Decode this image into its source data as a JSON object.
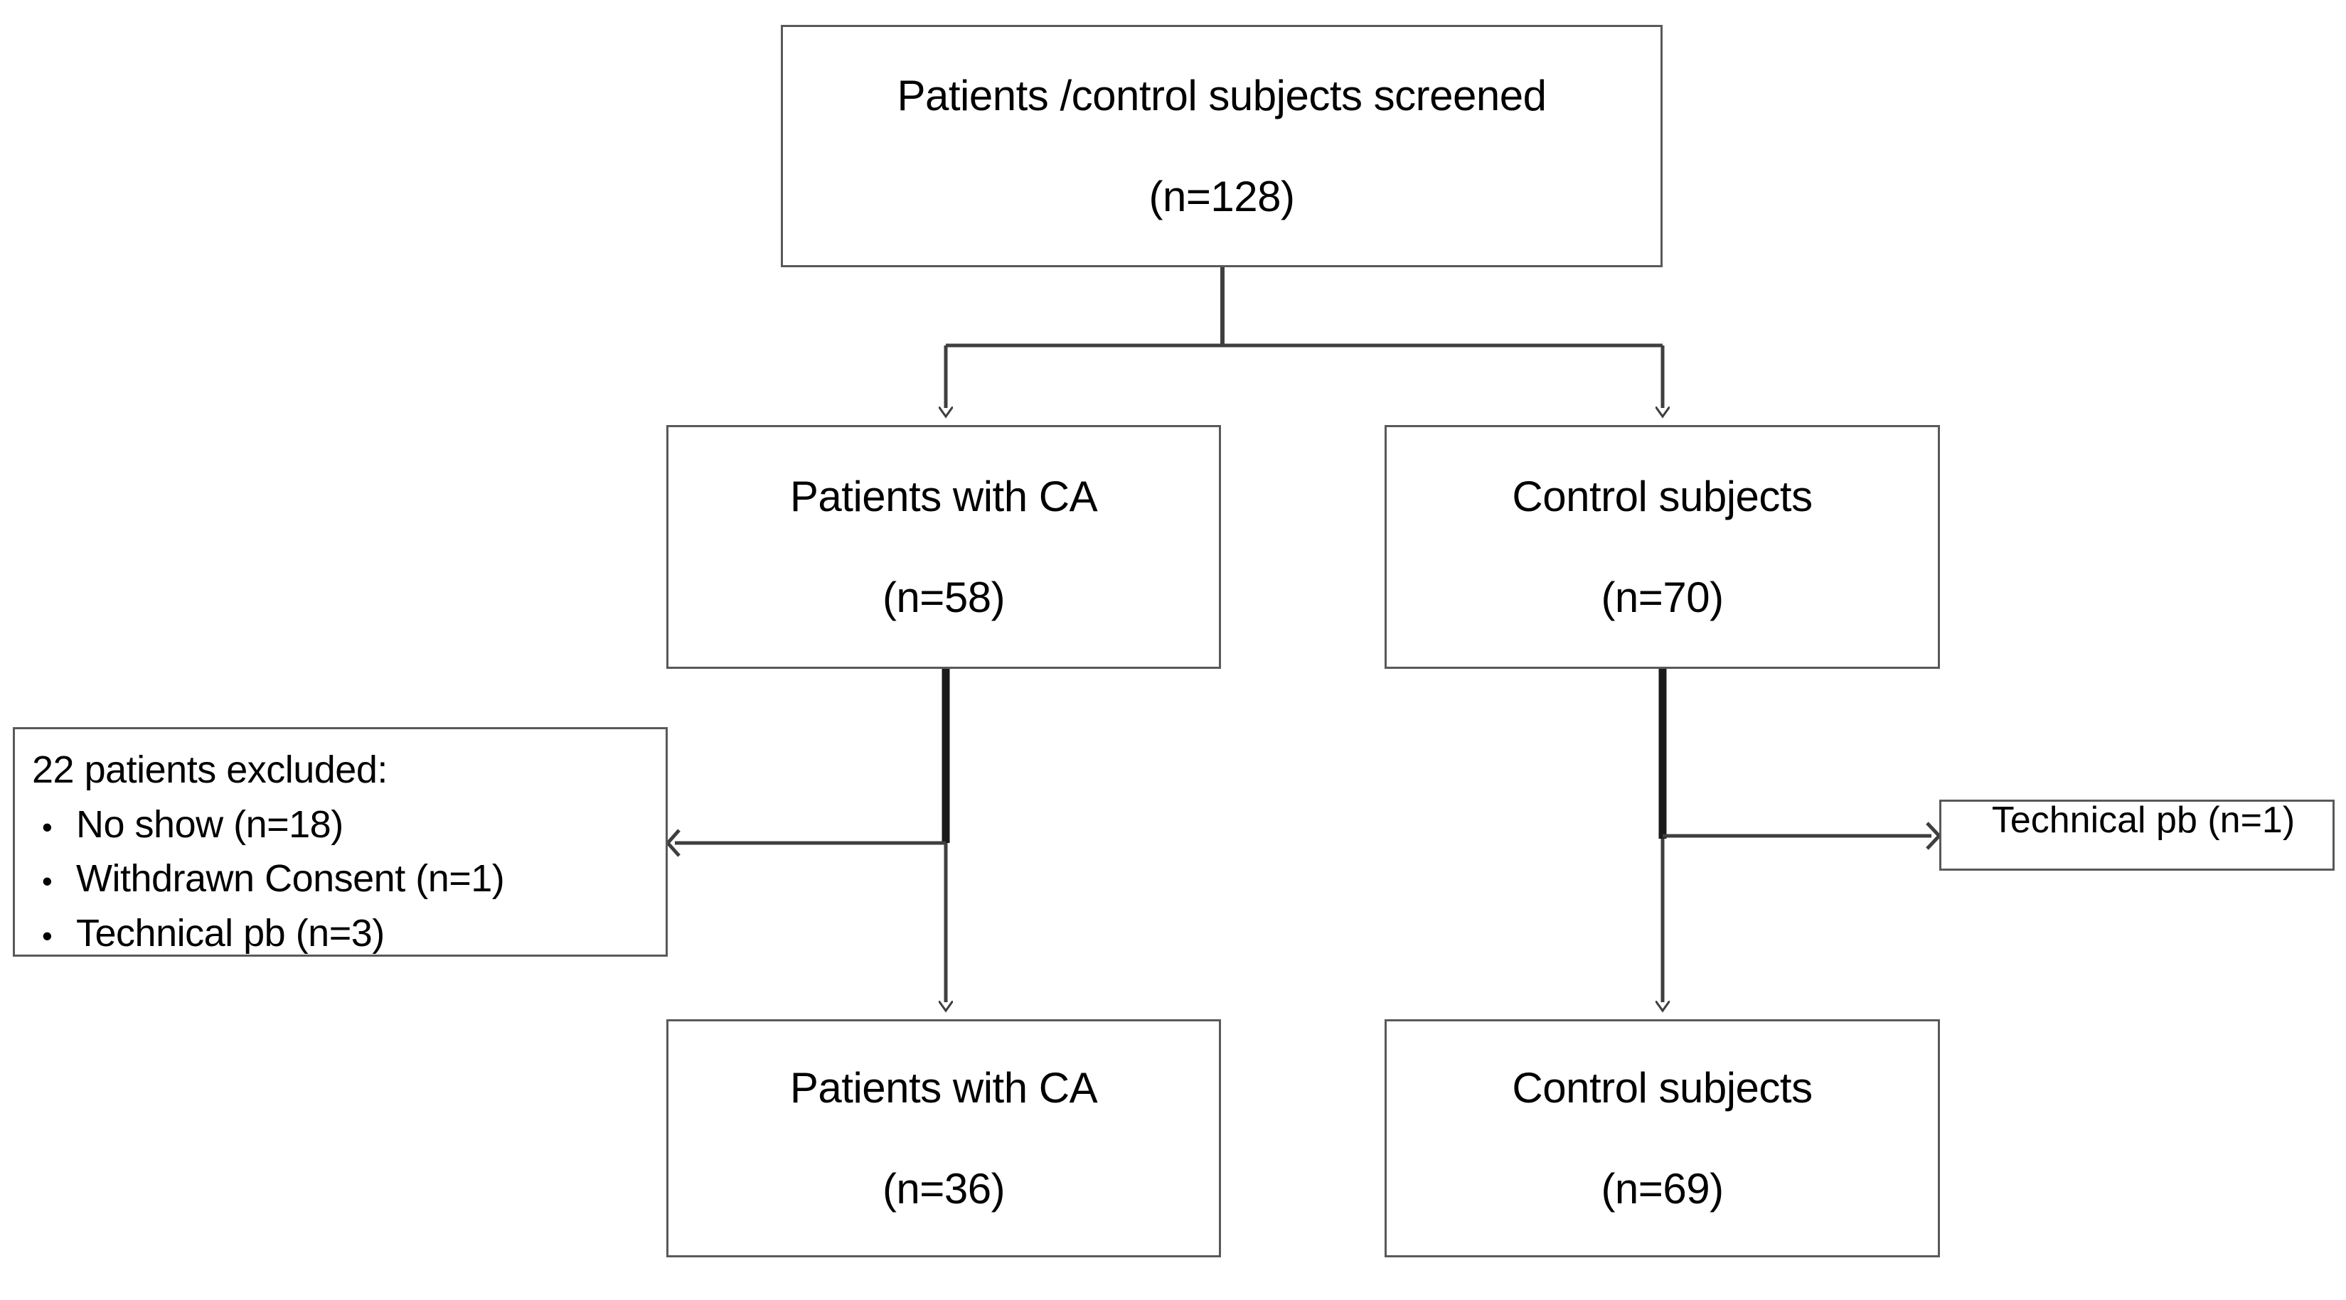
{
  "diagram": {
    "type": "flowchart",
    "title": "Study enrollment flow diagram",
    "colors": {
      "box_border": "#595959",
      "connector": "#3f3f3f",
      "background": "#ffffff",
      "text": "#000000"
    },
    "nodes": {
      "screened": {
        "label": "Patients /control subjects screened",
        "count": "(n=128)"
      },
      "patients_ca_enrolled": {
        "label": "Patients with CA",
        "count": "(n=58)"
      },
      "controls_enrolled": {
        "label": "Control subjects",
        "count": "(n=70)"
      },
      "patients_ca_final": {
        "label": "Patients with CA",
        "count": "(n=36)"
      },
      "controls_final": {
        "label": "Control subjects",
        "count": "(n=69)"
      },
      "excluded": {
        "title": "22 patients excluded:",
        "bullet": "•",
        "items": [
          "No show (n=18)",
          "Withdrawn Consent (n=1)",
          "Technical pb (n=3)"
        ]
      },
      "technical_pb": {
        "label": "Technical pb (n=1)"
      }
    },
    "edges": [
      {
        "from": "screened",
        "to": "patients_ca_enrolled",
        "style": "elbow-down-arrow"
      },
      {
        "from": "screened",
        "to": "controls_enrolled",
        "style": "elbow-down-arrow"
      },
      {
        "from": "patients_ca_enrolled",
        "to": "patients_ca_final",
        "style": "down-arrow"
      },
      {
        "from": "patients_ca_enrolled",
        "to": "excluded",
        "style": "left-arrow"
      },
      {
        "from": "controls_enrolled",
        "to": "controls_final",
        "style": "down-arrow"
      },
      {
        "from": "controls_enrolled",
        "to": "technical_pb",
        "style": "right-arrow"
      }
    ]
  }
}
